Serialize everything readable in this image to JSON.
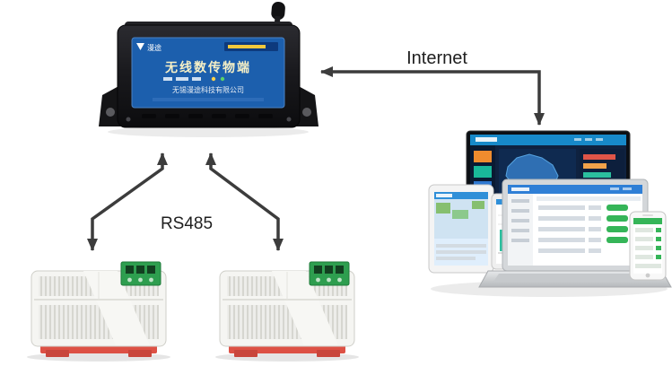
{
  "diagram": {
    "background": "#ffffff",
    "arrow_color": "#3c3c3c",
    "labels": {
      "internet": "Internet",
      "rs485": "RS485"
    }
  },
  "gateway": {
    "brand": "漫途",
    "title": "无线数传物端",
    "company": "无锡漫途科技有限公司",
    "panel_color": "#1c5fad",
    "body_color": "#17171a"
  },
  "sensors": {
    "count": 2,
    "body_color": "#f5f5f2",
    "terminal_color": "#2e9e4f",
    "clip_color": "#dd5145"
  },
  "cloud_platform": {
    "monitor_header_color": "#1789c9",
    "dashboard_bg": "#0f2240",
    "accent_teal": "#2bbf9e",
    "accent_orange": "#f0a24a",
    "accent_red": "#e05548",
    "button_green": "#35b558"
  }
}
